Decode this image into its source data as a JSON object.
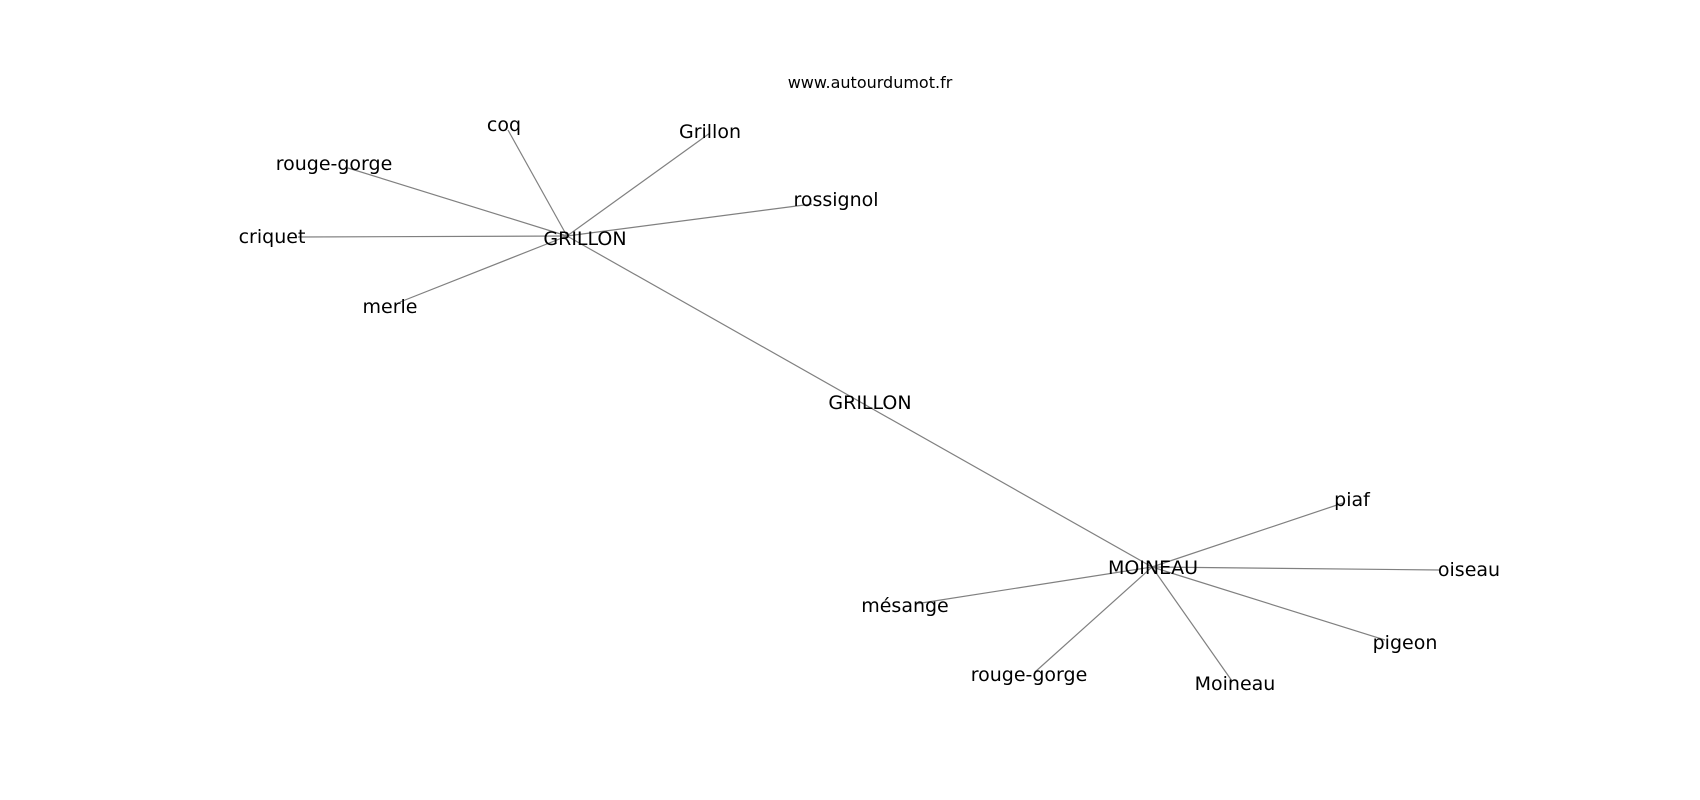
{
  "credit": "www.autourdumot.fr",
  "nodes": [
    {
      "id": "grillon_hub",
      "label": "GRILLON"
    },
    {
      "id": "grillon_center",
      "label": "GRILLON"
    },
    {
      "id": "moineau_hub",
      "label": "MOINEAU"
    },
    {
      "id": "coq",
      "label": "coq"
    },
    {
      "id": "grillon_lc",
      "label": "Grillon"
    },
    {
      "id": "rouge_gorge_1",
      "label": "rouge-gorge"
    },
    {
      "id": "rossignol",
      "label": "rossignol"
    },
    {
      "id": "criquet",
      "label": "criquet"
    },
    {
      "id": "merle",
      "label": "merle"
    },
    {
      "id": "piaf",
      "label": "piaf"
    },
    {
      "id": "oiseau",
      "label": "oiseau"
    },
    {
      "id": "mesange",
      "label": "mésange"
    },
    {
      "id": "pigeon",
      "label": "pigeon"
    },
    {
      "id": "rouge_gorge_2",
      "label": "rouge-gorge"
    },
    {
      "id": "moineau_lc",
      "label": "Moineau"
    }
  ],
  "edges": [
    {
      "from": "grillon_hub",
      "to": "coq"
    },
    {
      "from": "grillon_hub",
      "to": "grillon_lc"
    },
    {
      "from": "grillon_hub",
      "to": "rouge_gorge_1"
    },
    {
      "from": "grillon_hub",
      "to": "rossignol"
    },
    {
      "from": "grillon_hub",
      "to": "criquet"
    },
    {
      "from": "grillon_hub",
      "to": "merle"
    },
    {
      "from": "grillon_hub",
      "to": "moineau_hub"
    },
    {
      "from": "moineau_hub",
      "to": "piaf"
    },
    {
      "from": "moineau_hub",
      "to": "oiseau"
    },
    {
      "from": "moineau_hub",
      "to": "mesange"
    },
    {
      "from": "moineau_hub",
      "to": "pigeon"
    },
    {
      "from": "moineau_hub",
      "to": "rouge_gorge_2"
    },
    {
      "from": "moineau_hub",
      "to": "moineau_lc"
    }
  ]
}
